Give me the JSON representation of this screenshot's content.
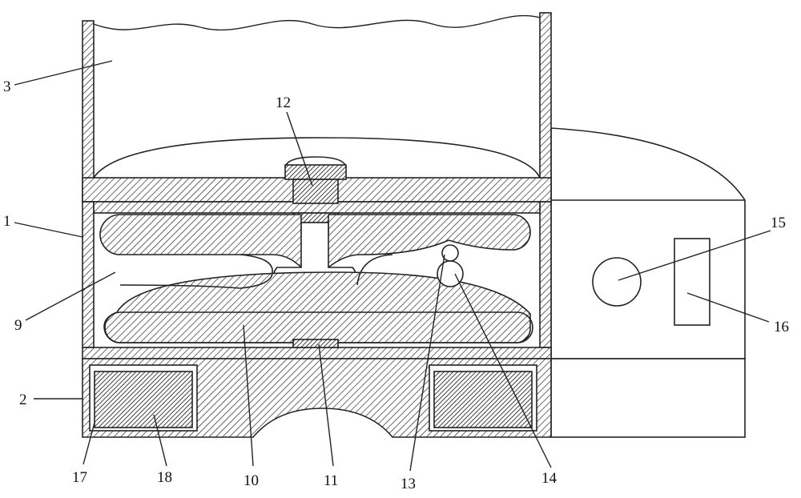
{
  "labels": {
    "l1": "1",
    "l2": "2",
    "l3": "3",
    "l9": "9",
    "l10": "10",
    "l11": "11",
    "l12": "12",
    "l13": "13",
    "l14": "14",
    "l15": "15",
    "l16": "16",
    "l17": "17",
    "l18": "18"
  }
}
